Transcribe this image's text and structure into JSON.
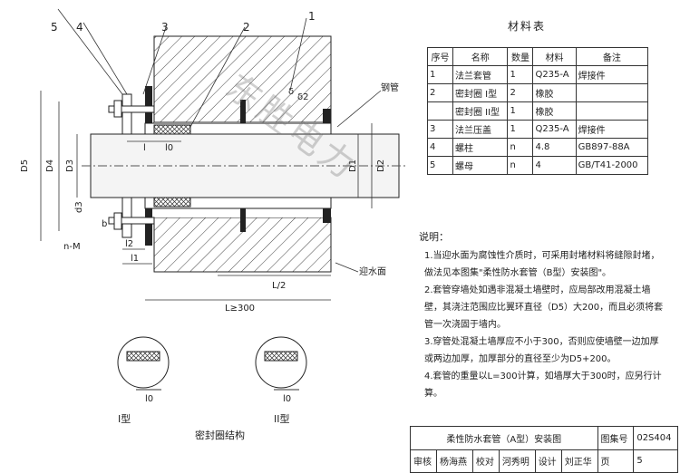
{
  "callouts": {
    "n5": "5",
    "n4": "4",
    "n3": "3",
    "n2": "2",
    "n1": "1"
  },
  "dims": {
    "D5": "D5",
    "D4": "D4",
    "D3": "D3",
    "D1": "D1",
    "D2": "D2",
    "l": "l",
    "l0": "l0",
    "l1": "l1",
    "l2": "l2",
    "L2": "L/2",
    "L": "L≥300",
    "d3": "d3",
    "b": "b",
    "nM": "n-M",
    "steel_pipe": "钢管",
    "water_face": "迎水面",
    "delta": "δ",
    "delta2": "δ2"
  },
  "detail": {
    "typeI": "I型",
    "typeII": "II型",
    "l0a": "l0",
    "l0b": "l0",
    "caption": "密封圈结构"
  },
  "watermark": "东胜电力",
  "materials": {
    "title": "材料表",
    "headers": [
      "序号",
      "名称",
      "数量",
      "材料",
      "备注"
    ],
    "rows": [
      {
        "no": "1",
        "name": "法兰套管",
        "qty": "1",
        "mat": "Q235-A",
        "note": "焊接件"
      },
      {
        "no": "2",
        "name": "密封圈 I型",
        "qty": "2",
        "mat": "橡胶",
        "note": ""
      },
      {
        "no": "",
        "name": "密封圈 II型",
        "qty": "1",
        "mat": "橡胶",
        "note": ""
      },
      {
        "no": "3",
        "name": "法兰压盖",
        "qty": "1",
        "mat": "Q235-A",
        "note": "焊接件"
      },
      {
        "no": "4",
        "name": "螺柱",
        "qty": "n",
        "mat": "4.8",
        "note": "GB897-88A"
      },
      {
        "no": "5",
        "name": "螺母",
        "qty": "n",
        "mat": "4",
        "note": "GB/T41-2000"
      }
    ]
  },
  "notes": {
    "title": "说明：",
    "items": [
      "1.当迎水面为腐蚀性介质时，可采用封堵材料将缝隙封堵，做法见本图集\"柔性防水套管（B型）安装图\"。",
      "2.套管穿墙处如遇非混凝土墙壁时，应局部改用混凝土墙壁，其浇注范围应比翼环直径（D5）大200，而且必须将套管一次浇固于墙内。",
      "3.穿管处混凝土墙厚应不小于300，否则应使墙壁一边加厚或两边加厚，加厚部分的直径至少为D5+200。",
      "4.套管的重量以L=300计算，如墙厚大于300时，应另行计算。"
    ]
  },
  "titleblock": {
    "title": "柔性防水套管（A型）安装图",
    "atlas_label": "图集号",
    "atlas_no": "02S404",
    "page_label": "页",
    "page_no": "5",
    "review": "审核",
    "review_sig": "杨海燕",
    "check": "校对",
    "check_sig": "河秀明",
    "design": "设计",
    "design_sig": "刘正华"
  }
}
